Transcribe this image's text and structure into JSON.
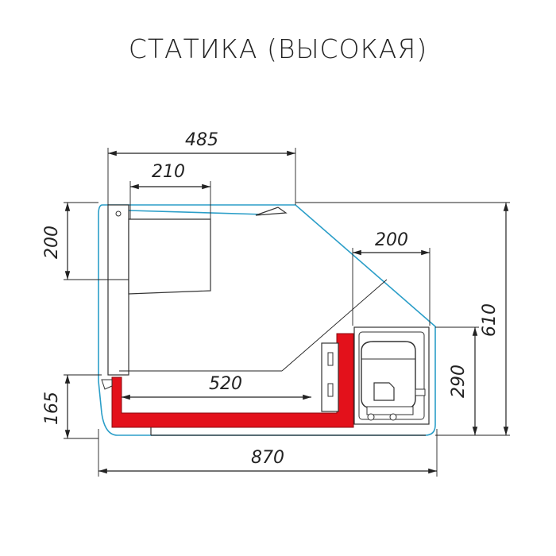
{
  "title": "СТАТИКА (ВЫСОКАЯ)",
  "dimensions": {
    "d485": "485",
    "d210": "210",
    "d200_left": "200",
    "d200_right": "200",
    "d520": "520",
    "d165": "165",
    "d290": "290",
    "d610": "610",
    "d870": "870"
  },
  "colors": {
    "tray": "#e3111b",
    "glass": "#2b9ec8",
    "line": "#222222"
  }
}
